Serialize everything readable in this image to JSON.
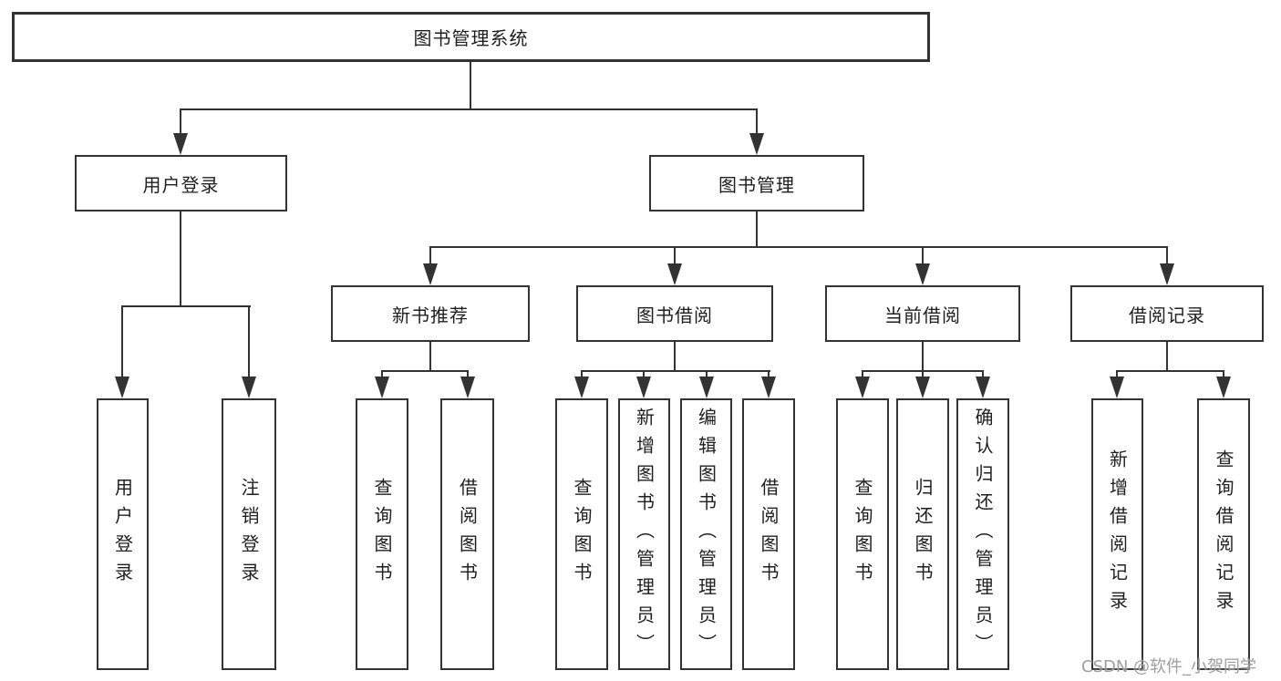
{
  "watermark": "CSDN @软件_小贺同学",
  "colors": {
    "line": "#333333",
    "text": "#1f1f1f",
    "background": "#ffffff",
    "watermark": "#949494"
  },
  "diagram": {
    "root": {
      "label": "图书管理系统",
      "children": [
        {
          "label": "用户登录",
          "children": [
            {
              "label": "用户登录"
            },
            {
              "label": "注销登录"
            }
          ]
        },
        {
          "label": "图书管理",
          "children": [
            {
              "label": "新书推荐",
              "children": [
                {
                  "label": "查询图书"
                },
                {
                  "label": "借阅图书"
                }
              ]
            },
            {
              "label": "图书借阅",
              "children": [
                {
                  "label": "查询图书"
                },
                {
                  "label": "新增图书（管理员）"
                },
                {
                  "label": "编辑图书（管理员）"
                },
                {
                  "label": "借阅图书"
                }
              ]
            },
            {
              "label": "当前借阅",
              "children": [
                {
                  "label": "查询图书"
                },
                {
                  "label": "归还图书"
                },
                {
                  "label": "确认归还（管理员）"
                }
              ]
            },
            {
              "label": "借阅记录",
              "children": [
                {
                  "label": "新增借阅记录"
                },
                {
                  "label": "查询借阅记录"
                }
              ]
            }
          ]
        }
      ]
    }
  }
}
